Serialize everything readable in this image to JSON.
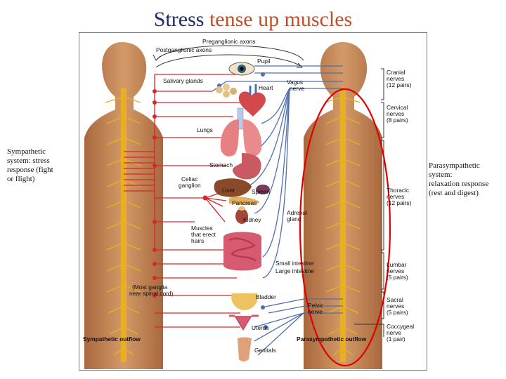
{
  "title": {
    "part1": "Stress",
    "part2": "tense up muscles"
  },
  "left_note": {
    "line1": "Sympathetic",
    "line2": "system: stress",
    "line3": "response (fight",
    "line4": "or flight)"
  },
  "right_note": {
    "line1": "Parasympathetic",
    "line2": "system:",
    "line3": "relaxation response",
    "line4": "(rest and digest)"
  },
  "colors": {
    "sympathetic": "#d8262a",
    "parasympathetic": "#4f6fb0",
    "cord": "#e8b020",
    "body": "#c98a58",
    "highlight_circle": "#e00000"
  },
  "labels": {
    "preganglionic": "Preganglionic axons",
    "postganglionic": "Postganglionic axons",
    "pupil": "Pupil",
    "salivary": "Salivary glands",
    "heart": "Heart",
    "vagus1": "Vagus",
    "vagus2": "nerve",
    "lungs": "Lungs",
    "stomach": "Stomach",
    "celiac1": "Celiac",
    "celiac2": "ganglion",
    "liver": "Liver",
    "spleen": "Spleen",
    "pancreas": "Pancreas",
    "kidney": "Kidney",
    "adrenal1": "Adrenal",
    "adrenal2": "gland",
    "muscles1": "Muscles",
    "muscles2": "that erect",
    "muscles3": "hairs",
    "small_int": "Small intestine",
    "large_int": "Large intestine",
    "ganglia1": "(Most ganglia",
    "ganglia2": "near spinal cord)",
    "bladder": "Bladder",
    "pelvic1": "Pelvic",
    "pelvic2": "nerve",
    "uterus": "Uterus",
    "genitals": "Genitals",
    "symp_outflow": "Sympathetic outflow",
    "para_outflow": "Parasympathetic outflow",
    "cranial1": "Cranial",
    "cranial2": "nerves",
    "cranial3": "(12 pairs)",
    "cervical1": "Cervical",
    "cervical2": "nerves",
    "cervical3": "(8 pairs)",
    "thoracic1": "Thoracic",
    "thoracic2": "nerves",
    "thoracic3": "(12 pairs)",
    "lumbar1": "Lumbar",
    "lumbar2": "nerves",
    "lumbar3": "(5 pairs)",
    "sacral1": "Sacral",
    "sacral2": "nerves",
    "sacral3": "(5 pairs)",
    "coccygeal1": "Coccygeal",
    "coccygeal2": "nerve",
    "coccygeal3": "(1 pair)"
  }
}
